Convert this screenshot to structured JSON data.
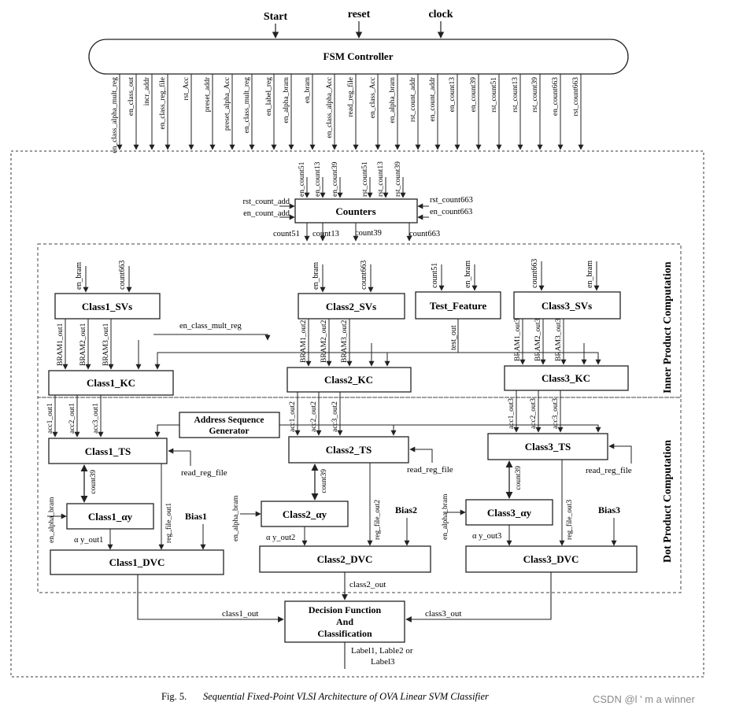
{
  "inputs": {
    "start": "Start",
    "reset": "reset",
    "clock": "clock"
  },
  "fsm": {
    "title": "FSM Controller"
  },
  "fsm_signals": [
    "en_class_alpha_mult_reg",
    "en_class_out",
    "incr_addr",
    "en_class_reg_file",
    "rst_Acc",
    "preset_addr",
    "preset_alpha_Acc",
    "en_class_mult_reg",
    "en_label_reg",
    "en_alpha_bram",
    "en_bram",
    "en_class_alpha_Acc",
    "read_reg_file",
    "en_class_Acc",
    "en_alpha_bram",
    "rst_count_addr",
    "en_count_addr",
    "en_count13",
    "en_count39",
    "rst_count51",
    "rst_count13",
    "rst_count39",
    "en_count663",
    "rst_count663"
  ],
  "counters": {
    "title": "Counters",
    "top_inputs": [
      "en_count51",
      "en_count13",
      "en_count39",
      "rst_count51",
      "rst_count13",
      "rst_count39"
    ],
    "left_inputs": [
      "rst_count_add",
      "en_count_add"
    ],
    "right_inputs": [
      "rst_count663",
      "en_count663"
    ],
    "outputs": [
      "count51",
      "count13",
      "count39",
      "count663"
    ]
  },
  "regions": {
    "inner": "Inner Product Computation",
    "dot": "Dot Product Computation"
  },
  "blocks": {
    "class1_svs": "Class1_SVs",
    "class2_svs": "Class2_SVs",
    "class3_svs": "Class3_SVs",
    "test_feature": "Test_Feature",
    "class1_kc": "Class1_KC",
    "class2_kc": "Class2_KC",
    "class3_kc": "Class3_KC",
    "addr_gen": "Address Sequence Generator",
    "class1_ts": "Class1_TS",
    "class2_ts": "Class2_TS",
    "class3_ts": "Class3_TS",
    "class1_ay": "Class1_αy",
    "class2_ay": "Class2_αy",
    "class3_ay": "Class3_αy",
    "class1_dvc": "Class1_DVC",
    "class2_dvc": "Class2_DVC",
    "class3_dvc": "Class3_DVC",
    "decision": "Decision Function And Classification"
  },
  "signals": {
    "en_bram": "en_bram",
    "count663": "count663",
    "count51": "count51",
    "en_class_mult_reg": "en_class_mult_reg",
    "test_out": "test_out",
    "bram1": [
      "BRAM1_out1",
      "BRAM2_out1",
      "BRAM3_out1"
    ],
    "bram2": [
      "BRAM1_out2",
      "BRAM2_out2",
      "BRAM3_out2"
    ],
    "bram3": [
      "BRAM1_out3",
      "BRAM2_out3",
      "BRAM3_out3"
    ],
    "acc1": [
      "acc1_out1",
      "acc2_out1",
      "acc3_out1"
    ],
    "acc2": [
      "acc1_out2",
      "acc2_out2",
      "acc3_out2"
    ],
    "acc3": [
      "acc1_out3",
      "acc2_out3",
      "acc3_out3"
    ],
    "read_reg_file": "read_reg_file",
    "count39": "count39",
    "en_alpha_bram": "en_alpha_bram",
    "reg_file_out1": "reg_file_out1",
    "reg_file_out2": "reg_file_out2",
    "reg_file_out3": "reg_file_out3",
    "ay_out1": "α y_out1",
    "ay_out2": "α y_out2",
    "ay_out3": "α y_out3",
    "bias1": "Bias1",
    "bias2": "Bias2",
    "bias3": "Bias3",
    "class1_out": "class1_out",
    "class2_out": "class2_out",
    "class3_out": "class3_out",
    "labels": "Label1, Lable2 or Label3"
  },
  "caption": {
    "fig": "Fig. 5.",
    "text": "Sequential Fixed-Point VLSI Architecture of OVA Linear SVM Classifier"
  },
  "watermark": "CSDN @l ' m a winner"
}
